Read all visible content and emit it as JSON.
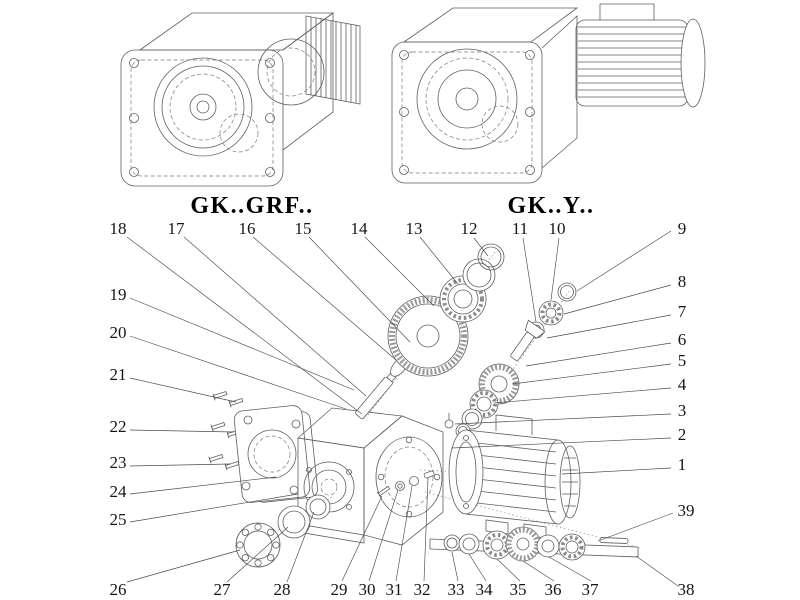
{
  "page": {
    "background": "#ffffff",
    "line_color": "#5f5f5f",
    "text_color": "#151515"
  },
  "models": {
    "left_label": "GK..GRF..",
    "right_label": "GK..Y.."
  },
  "callouts": {
    "c1": "1",
    "c2": "2",
    "c3": "3",
    "c4": "4",
    "c5": "5",
    "c6": "6",
    "c7": "7",
    "c8": "8",
    "c9": "9",
    "c10": "10",
    "c11": "11",
    "c12": "12",
    "c13": "13",
    "c14": "14",
    "c15": "15",
    "c16": "16",
    "c17": "17",
    "c18": "18",
    "c19": "19",
    "c20": "20",
    "c21": "21",
    "c22": "22",
    "c23": "23",
    "c24": "24",
    "c25": "25",
    "c26": "26",
    "c27": "27",
    "c28": "28",
    "c29": "29",
    "c30": "30",
    "c31": "31",
    "c32": "32",
    "c33": "33",
    "c34": "34",
    "c35": "35",
    "c36": "36",
    "c37": "37",
    "c38": "38",
    "c39": "39"
  }
}
